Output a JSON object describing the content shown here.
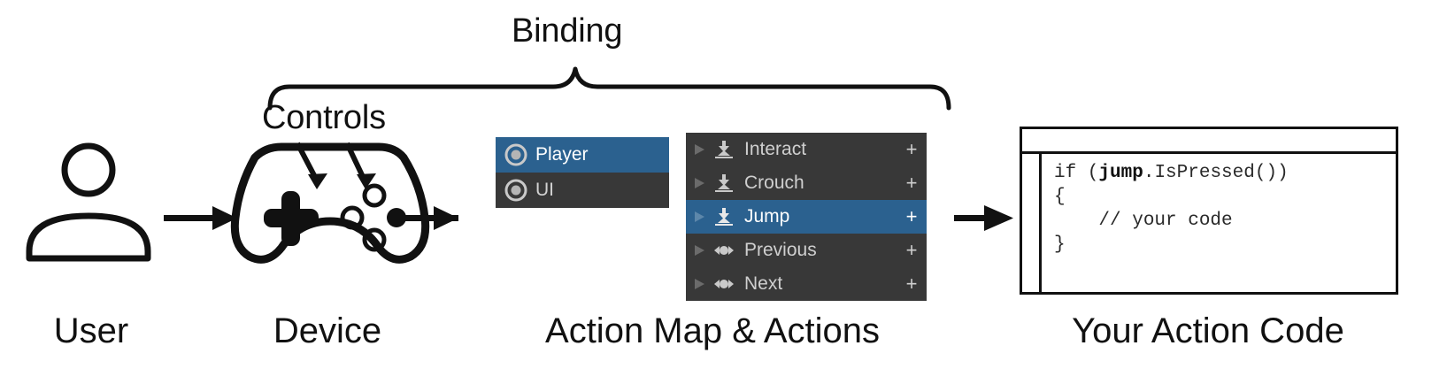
{
  "diagram": {
    "title_top": "Binding",
    "controls_label": "Controls",
    "stage_labels": {
      "user": "User",
      "device": "Device",
      "action_map": "Action Map & Actions",
      "code": "Your Action Code"
    },
    "icons": {
      "user": "user-person-icon",
      "device": "gamepad-controller-icon",
      "flow_arrow": "arrow-right-icon",
      "binding_brace": "curly-brace-icon"
    },
    "colors": {
      "unity_blue": "#2B618F",
      "panel_dark": "#383838",
      "text_light": "#cfcfcf",
      "ink": "#111111"
    }
  },
  "action_maps": {
    "items": [
      {
        "name": "Player",
        "icon": "action-map-icon",
        "selected": true
      },
      {
        "name": "UI",
        "icon": "action-map-icon",
        "selected": false
      }
    ]
  },
  "actions": {
    "add_label": "+",
    "items": [
      {
        "name": "Interact",
        "type_icon": "button-press-icon",
        "foldout": "triangle-right-icon",
        "selected": false
      },
      {
        "name": "Crouch",
        "type_icon": "button-press-icon",
        "foldout": "triangle-right-icon",
        "selected": false
      },
      {
        "name": "Jump",
        "type_icon": "button-press-icon",
        "foldout": "triangle-right-icon",
        "selected": true
      },
      {
        "name": "Previous",
        "type_icon": "axis-1d-icon",
        "foldout": "triangle-right-icon",
        "selected": false
      },
      {
        "name": "Next",
        "type_icon": "axis-1d-icon",
        "foldout": "triangle-right-icon",
        "selected": false
      }
    ]
  },
  "code": {
    "line1_prefix": "if (",
    "line1_bold": "jump",
    "line1_suffix": ".IsPressed())",
    "line2": "{",
    "line3": "    // your code",
    "line4": "}"
  }
}
